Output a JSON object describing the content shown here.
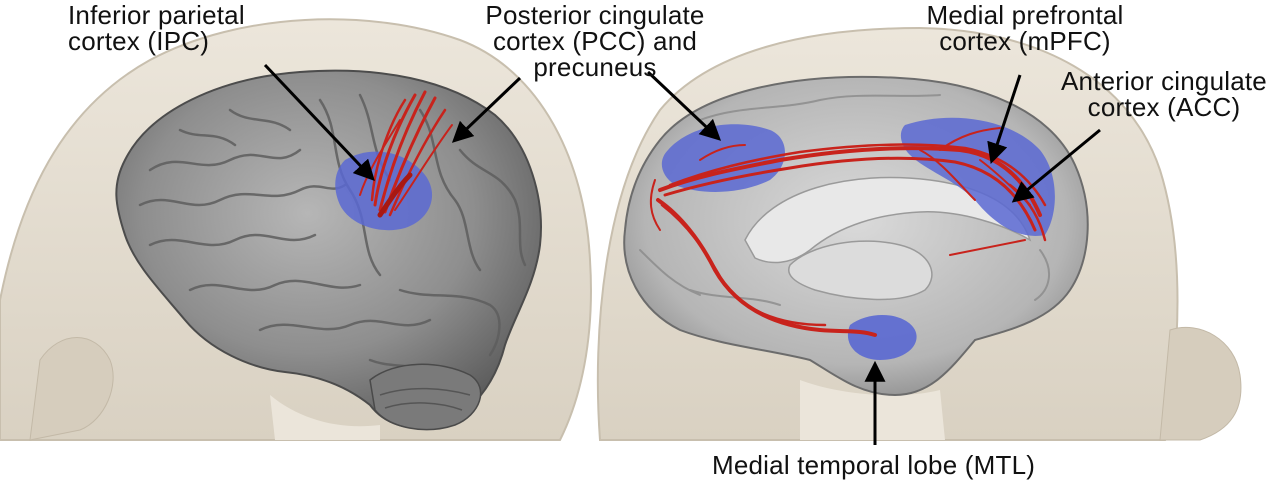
{
  "labels": {
    "ipc": {
      "line1": "Inferior parietal",
      "line2": "cortex (IPC)"
    },
    "pcc": {
      "line1": "Posterior cingulate",
      "line2": "cortex (PCC) and",
      "line3": "precuneus"
    },
    "mpfc": {
      "line1": "Medial prefrontal",
      "line2": "cortex (mPFC)"
    },
    "acc": {
      "line1": "Anterior cingulate",
      "line2": "cortex (ACC)"
    },
    "mtl": {
      "line1": "Medial temporal lobe (MTL)"
    }
  },
  "colors": {
    "head": "#e4ddd0",
    "brain": "#8f8f8f",
    "brain_medial": "#c9c9c9",
    "region": "#5a68d2",
    "tract": "#c8231c",
    "arrow": "#000000"
  }
}
